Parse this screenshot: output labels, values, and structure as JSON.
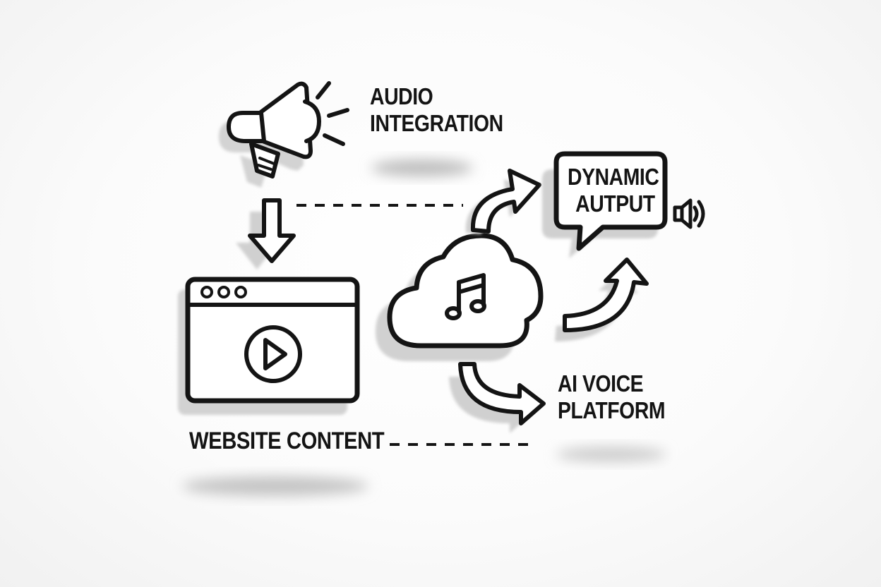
{
  "nodes": {
    "audio_integration": {
      "lines": [
        "AUDIO",
        "INTEGRATION"
      ],
      "icon": "megaphone-icon"
    },
    "dynamic_output": {
      "lines": [
        "DYNAMIC",
        "AUTPUT"
      ],
      "icon": "speech-bubble-icon",
      "extra_icon": "speaker-icon"
    },
    "website_content": {
      "lines": [
        "WEBSITE CONTENT"
      ],
      "icon": "browser-play-icon"
    },
    "ai_voice_platform": {
      "lines": [
        "AI VOICE",
        "PLATFORM"
      ],
      "icon": "music-cloud-icon"
    }
  },
  "colors": {
    "stroke": "#141414",
    "fill": "#ffffff",
    "shadow": "#d6d6d6",
    "background": "#f7f7f7"
  }
}
